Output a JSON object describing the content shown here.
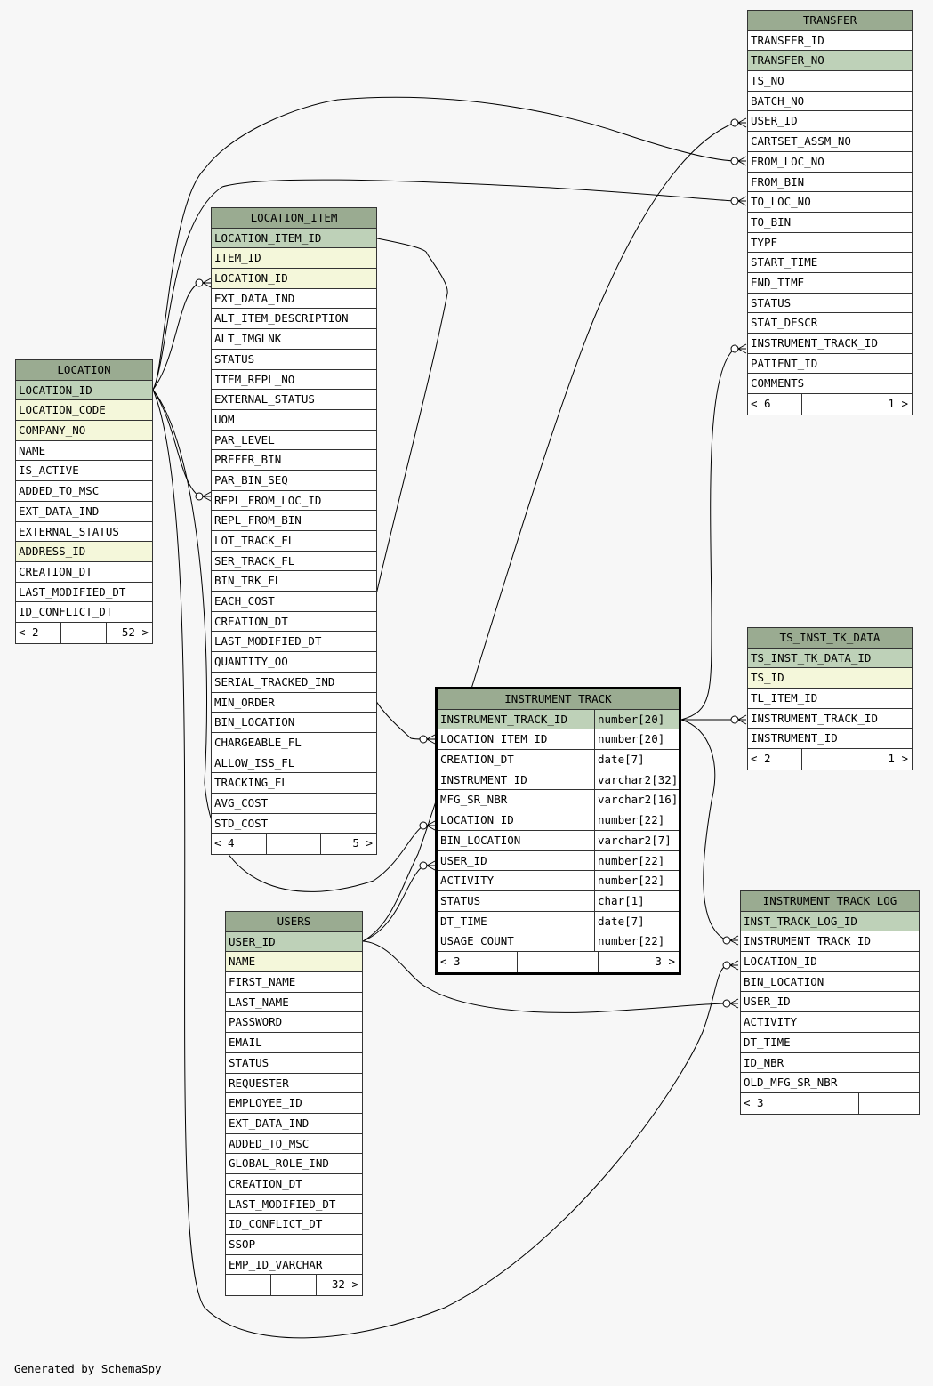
{
  "tables": [
    {
      "key": "transfer",
      "name": "TRANSFER",
      "focus": false,
      "columns": [
        {
          "name": "TRANSFER_ID",
          "style": ""
        },
        {
          "name": "TRANSFER_NO",
          "style": "pk"
        },
        {
          "name": "TS_NO",
          "style": ""
        },
        {
          "name": "BATCH_NO",
          "style": ""
        },
        {
          "name": "USER_ID",
          "style": ""
        },
        {
          "name": "CARTSET_ASSM_NO",
          "style": ""
        },
        {
          "name": "FROM_LOC_NO",
          "style": ""
        },
        {
          "name": "FROM_BIN",
          "style": ""
        },
        {
          "name": "TO_LOC_NO",
          "style": ""
        },
        {
          "name": "TO_BIN",
          "style": ""
        },
        {
          "name": "TYPE",
          "style": ""
        },
        {
          "name": "START_TIME",
          "style": ""
        },
        {
          "name": "END_TIME",
          "style": ""
        },
        {
          "name": "STATUS",
          "style": ""
        },
        {
          "name": "STAT_DESCR",
          "style": ""
        },
        {
          "name": "INSTRUMENT_TRACK_ID",
          "style": ""
        },
        {
          "name": "PATIENT_ID",
          "style": ""
        },
        {
          "name": "COMMENTS",
          "style": ""
        }
      ],
      "footer": {
        "parents": "< 6",
        "rows": "",
        "children": "1 >"
      }
    },
    {
      "key": "location_item",
      "name": "LOCATION_ITEM",
      "focus": false,
      "columns": [
        {
          "name": "LOCATION_ITEM_ID",
          "style": "pk"
        },
        {
          "name": "ITEM_ID",
          "style": "idx"
        },
        {
          "name": "LOCATION_ID",
          "style": "idx"
        },
        {
          "name": "EXT_DATA_IND",
          "style": ""
        },
        {
          "name": "ALT_ITEM_DESCRIPTION",
          "style": ""
        },
        {
          "name": "ALT_IMGLNK",
          "style": ""
        },
        {
          "name": "STATUS",
          "style": ""
        },
        {
          "name": "ITEM_REPL_NO",
          "style": ""
        },
        {
          "name": "EXTERNAL_STATUS",
          "style": ""
        },
        {
          "name": "UOM",
          "style": ""
        },
        {
          "name": "PAR_LEVEL",
          "style": ""
        },
        {
          "name": "PREFER_BIN",
          "style": ""
        },
        {
          "name": "PAR_BIN_SEQ",
          "style": ""
        },
        {
          "name": "REPL_FROM_LOC_ID",
          "style": ""
        },
        {
          "name": "REPL_FROM_BIN",
          "style": ""
        },
        {
          "name": "LOT_TRACK_FL",
          "style": ""
        },
        {
          "name": "SER_TRACK_FL",
          "style": ""
        },
        {
          "name": "BIN_TRK_FL",
          "style": ""
        },
        {
          "name": "EACH_COST",
          "style": ""
        },
        {
          "name": "CREATION_DT",
          "style": ""
        },
        {
          "name": "LAST_MODIFIED_DT",
          "style": ""
        },
        {
          "name": "QUANTITY_OO",
          "style": ""
        },
        {
          "name": "SERIAL_TRACKED_IND",
          "style": ""
        },
        {
          "name": "MIN_ORDER",
          "style": ""
        },
        {
          "name": "BIN_LOCATION",
          "style": ""
        },
        {
          "name": "CHARGEABLE_FL",
          "style": ""
        },
        {
          "name": "ALLOW_ISS_FL",
          "style": ""
        },
        {
          "name": "TRACKING_FL",
          "style": ""
        },
        {
          "name": "AVG_COST",
          "style": ""
        },
        {
          "name": "STD_COST",
          "style": ""
        }
      ],
      "footer": {
        "parents": "< 4",
        "rows": "",
        "children": "5 >"
      }
    },
    {
      "key": "location",
      "name": "LOCATION",
      "focus": false,
      "columns": [
        {
          "name": "LOCATION_ID",
          "style": "pk"
        },
        {
          "name": "LOCATION_CODE",
          "style": "idx"
        },
        {
          "name": "COMPANY_NO",
          "style": "idx"
        },
        {
          "name": "NAME",
          "style": ""
        },
        {
          "name": "IS_ACTIVE",
          "style": ""
        },
        {
          "name": "ADDED_TO_MSC",
          "style": ""
        },
        {
          "name": "EXT_DATA_IND",
          "style": ""
        },
        {
          "name": "EXTERNAL_STATUS",
          "style": ""
        },
        {
          "name": "ADDRESS_ID",
          "style": "idx"
        },
        {
          "name": "CREATION_DT",
          "style": ""
        },
        {
          "name": "LAST_MODIFIED_DT",
          "style": ""
        },
        {
          "name": "ID_CONFLICT_DT",
          "style": ""
        }
      ],
      "footer": {
        "parents": "< 2",
        "rows": "",
        "children": "52 >"
      }
    },
    {
      "key": "ts_inst_tk_data",
      "name": "TS_INST_TK_DATA",
      "focus": false,
      "columns": [
        {
          "name": "TS_INST_TK_DATA_ID",
          "style": "pk"
        },
        {
          "name": "TS_ID",
          "style": "idx"
        },
        {
          "name": "TL_ITEM_ID",
          "style": ""
        },
        {
          "name": "INSTRUMENT_TRACK_ID",
          "style": ""
        },
        {
          "name": "INSTRUMENT_ID",
          "style": ""
        }
      ],
      "footer": {
        "parents": "< 2",
        "rows": "",
        "children": "1 >"
      }
    },
    {
      "key": "instrument_track",
      "name": "INSTRUMENT_TRACK",
      "focus": true,
      "columns": [
        {
          "name": "INSTRUMENT_TRACK_ID",
          "type": "number[20]",
          "style": "pk"
        },
        {
          "name": "LOCATION_ITEM_ID",
          "type": "number[20]",
          "style": ""
        },
        {
          "name": "CREATION_DT",
          "type": "date[7]",
          "style": ""
        },
        {
          "name": "INSTRUMENT_ID",
          "type": "varchar2[32]",
          "style": ""
        },
        {
          "name": "MFG_SR_NBR",
          "type": "varchar2[16]",
          "style": ""
        },
        {
          "name": "LOCATION_ID",
          "type": "number[22]",
          "style": ""
        },
        {
          "name": "BIN_LOCATION",
          "type": "varchar2[7]",
          "style": ""
        },
        {
          "name": "USER_ID",
          "type": "number[22]",
          "style": ""
        },
        {
          "name": "ACTIVITY",
          "type": "number[22]",
          "style": ""
        },
        {
          "name": "STATUS",
          "type": "char[1]",
          "style": ""
        },
        {
          "name": "DT_TIME",
          "type": "date[7]",
          "style": ""
        },
        {
          "name": "USAGE_COUNT",
          "type": "number[22]",
          "style": ""
        }
      ],
      "footer": {
        "parents": "< 3",
        "rows": "",
        "children": "3 >"
      }
    },
    {
      "key": "instrument_track_log",
      "name": "INSTRUMENT_TRACK_LOG",
      "focus": false,
      "columns": [
        {
          "name": "INST_TRACK_LOG_ID",
          "style": "pk"
        },
        {
          "name": "INSTRUMENT_TRACK_ID",
          "style": ""
        },
        {
          "name": "LOCATION_ID",
          "style": ""
        },
        {
          "name": "BIN_LOCATION",
          "style": ""
        },
        {
          "name": "USER_ID",
          "style": ""
        },
        {
          "name": "ACTIVITY",
          "style": ""
        },
        {
          "name": "DT_TIME",
          "style": ""
        },
        {
          "name": "ID_NBR",
          "style": ""
        },
        {
          "name": "OLD_MFG_SR_NBR",
          "style": ""
        }
      ],
      "footer": {
        "parents": "< 3",
        "rows": "",
        "children": ""
      }
    },
    {
      "key": "users",
      "name": "USERS",
      "focus": false,
      "columns": [
        {
          "name": "USER_ID",
          "style": "pk"
        },
        {
          "name": "NAME",
          "style": "idx"
        },
        {
          "name": "FIRST_NAME",
          "style": ""
        },
        {
          "name": "LAST_NAME",
          "style": ""
        },
        {
          "name": "PASSWORD",
          "style": ""
        },
        {
          "name": "EMAIL",
          "style": ""
        },
        {
          "name": "STATUS",
          "style": ""
        },
        {
          "name": "REQUESTER",
          "style": ""
        },
        {
          "name": "EMPLOYEE_ID",
          "style": ""
        },
        {
          "name": "EXT_DATA_IND",
          "style": ""
        },
        {
          "name": "ADDED_TO_MSC",
          "style": ""
        },
        {
          "name": "GLOBAL_ROLE_IND",
          "style": ""
        },
        {
          "name": "CREATION_DT",
          "style": ""
        },
        {
          "name": "LAST_MODIFIED_DT",
          "style": ""
        },
        {
          "name": "ID_CONFLICT_DT",
          "style": ""
        },
        {
          "name": "SSOP",
          "style": ""
        },
        {
          "name": "EMP_ID_VARCHAR",
          "style": ""
        }
      ],
      "footer": {
        "parents": "",
        "rows": "",
        "children": "32 >"
      }
    }
  ],
  "generated_by": "Generated by SchemaSpy",
  "colors": {
    "header": "#9aab91",
    "primary_key": "#bed1b8",
    "indexed": "#f4f7da",
    "background": "#f7f7f7"
  }
}
